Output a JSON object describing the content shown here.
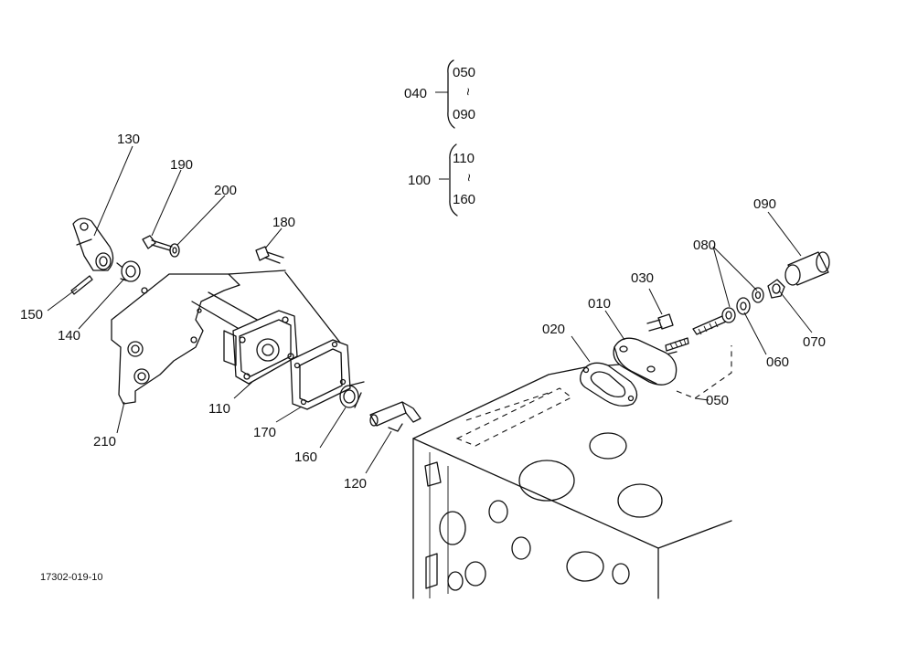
{
  "labels": {
    "p130": "130",
    "p190": "190",
    "p200": "200",
    "p180": "180",
    "p150": "150",
    "p140": "140",
    "p210": "210",
    "p110": "110",
    "p170": "170",
    "p160": "160",
    "p120": "120",
    "p020": "020",
    "p010": "010",
    "p030": "030",
    "p080": "080",
    "p090": "090",
    "p070": "070",
    "p060": "060",
    "p050": "050"
  },
  "groups": {
    "g040": {
      "id": "040",
      "from": "050",
      "to": "090",
      "sep": "~"
    },
    "g100": {
      "id": "100",
      "from": "110",
      "to": "160",
      "sep": "~"
    }
  },
  "figure_code": "17302-019-10"
}
